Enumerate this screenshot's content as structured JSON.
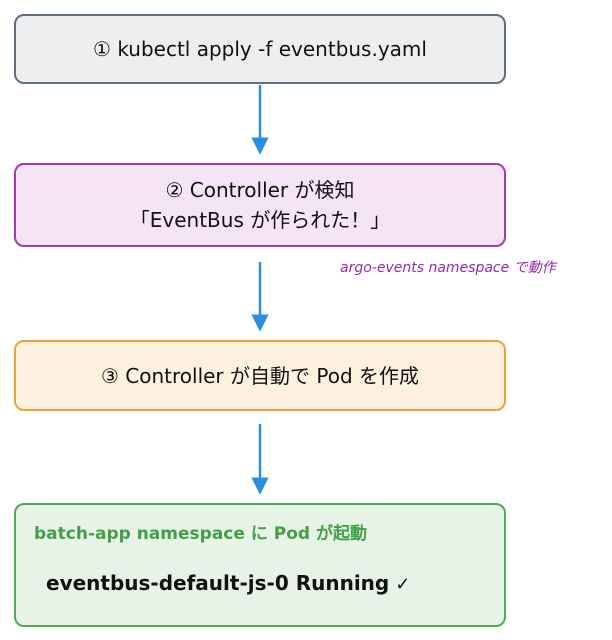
{
  "steps": {
    "step1": {
      "label": "① kubectl apply -f eventbus.yaml"
    },
    "step2": {
      "line1": "② Controller が検知",
      "line2": "「EventBus が作られた！」"
    },
    "step3": {
      "label": "③ Controller が自動で Pod を作成"
    }
  },
  "note": "argo-events namespace で動作",
  "result": {
    "heading": "batch-app namespace に Pod が起動",
    "pod_status": "eventbus-default-js-0 Running",
    "check_mark": "✓"
  },
  "colors": {
    "step1_fill": "#eceef0",
    "step1_border": "#607080",
    "step2_fill": "#f4e4f5",
    "step2_border": "#a33bb0",
    "step3_fill": "#fdf1df",
    "step3_border": "#f0a23a",
    "result_fill": "#e6f3e6",
    "result_border": "#54a84f",
    "arrow": "#2b8fe0",
    "note": "#9c27b0",
    "result_heading": "#43a047"
  }
}
